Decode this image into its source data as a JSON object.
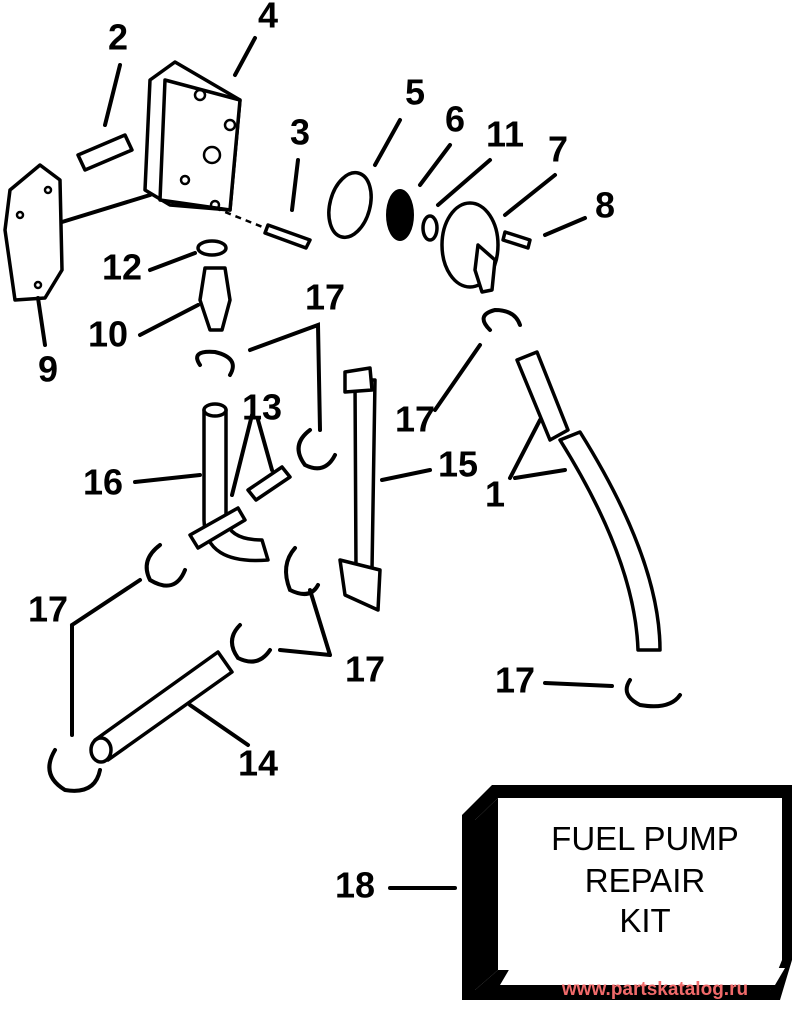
{
  "callouts": [
    {
      "id": "2",
      "text": "2"
    },
    {
      "id": "4",
      "text": "4"
    },
    {
      "id": "3",
      "text": "3"
    },
    {
      "id": "5",
      "text": "5"
    },
    {
      "id": "6",
      "text": "6"
    },
    {
      "id": "11",
      "text": "11"
    },
    {
      "id": "7",
      "text": "7"
    },
    {
      "id": "8",
      "text": "8"
    },
    {
      "id": "12",
      "text": "12"
    },
    {
      "id": "10",
      "text": "10"
    },
    {
      "id": "9",
      "text": "9"
    },
    {
      "id": "17a",
      "text": "17"
    },
    {
      "id": "17b",
      "text": "17"
    },
    {
      "id": "13",
      "text": "13"
    },
    {
      "id": "15",
      "text": "15"
    },
    {
      "id": "16",
      "text": "16"
    },
    {
      "id": "1",
      "text": "1"
    },
    {
      "id": "17c",
      "text": "17"
    },
    {
      "id": "17d",
      "text": "17"
    },
    {
      "id": "17e",
      "text": "17"
    },
    {
      "id": "14",
      "text": "14"
    },
    {
      "id": "18",
      "text": "18"
    }
  ],
  "kit": {
    "line1": "FUEL PUMP",
    "line2": "REPAIR",
    "line3": "KIT"
  },
  "watermark": "www.partskatalog.ru",
  "colors": {
    "watermark": "#f06a6a",
    "ink": "#000000"
  }
}
